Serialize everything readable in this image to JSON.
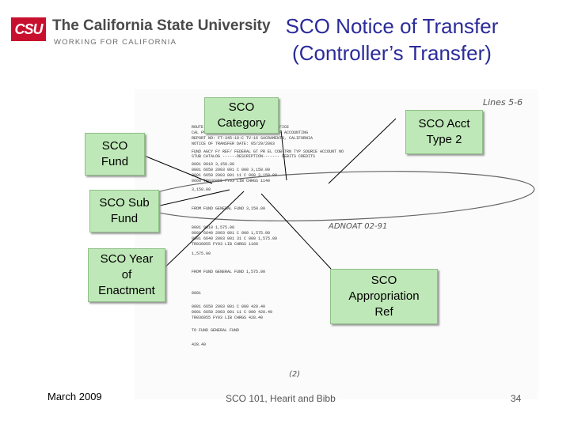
{
  "header": {
    "logo_mark": "CSU",
    "logo_title": "The California State University",
    "logo_subtitle": "WORKING FOR CALIFORNIA",
    "title_line1": "SCO Notice of Transfer",
    "title_line2": "(Controller’s Transfer)"
  },
  "callouts": {
    "sco_category": [
      "SCO",
      "Category"
    ],
    "sco_fund": [
      "SCO",
      "Fund"
    ],
    "sco_sub_fund": [
      "SCO Sub",
      "Fund"
    ],
    "sco_year": [
      "SCO Year",
      "of",
      "Enactment"
    ],
    "sco_acct_type": [
      "SCO Acct",
      "Type 2"
    ],
    "sco_appropriation": [
      "SCO",
      "Appropriation",
      "Ref"
    ]
  },
  "scan": {
    "handwriting_top": "Lines 5-6",
    "handwriting_mid": "ADNOAT 02-91",
    "handwriting_bottom": "(2)",
    "lines": [
      "ROUTE TO AGENCY                    STATE CONTROLLER'S OFFICE",
      "CAL POLY ST UNIVERSITY SLO         DIVISION OF ACCOUNTING",
      "REPORT NO: FT-345-10-C   TV-16     SACRAMENTO, CALIFORNIA",
      "                                   NOTICE OF TRANSFER        DATE: 05/29/2003",
      "FUND  AGCY  FY  REF/  FEDERAL  GT PR EL COB-TRN TYP SOURCE ACCOUNT NO",
      "                  STUB  CATALOG        ------DESCRIPTION-------        DEBITS     CREDITS",
      "0001                                              9010         3,150.00",
      "0001  6650 2003 001                     C          000         3,150.00",
      "0001  6650 2003 001            11       C          000         3,150.00",
      "0660                                  TR036055 FY03 LIB CHRGS  1140",
      "                                                                          3,150.00",
      "FROM FUND   GENERAL FUND                                                  3,150.00",
      "0001                                              9010         1,575.00",
      "0001  6640 2003 001                     C          000         1,575.00",
      "0001  6640 2003 001            31       C          000         1,575.00",
      "                                      TR036055 FY03 LIB CHRGS  1160",
      "                                                                          1,575.00",
      "FROM FUND   GENERAL FUND                                      1,575.00",
      "0001",
      "0001  6650 2003 001                     C          000         428.40",
      "0001  6650 2003 001            11       C          000         428.40",
      "                                      TR036055 FY03 LIB CHRGS  428.40",
      "TO FUND     GENERAL FUND",
      "                                                                428.40"
    ]
  },
  "footer": {
    "date": "March 2009",
    "presenter": "SCO 101, Hearit and Bibb",
    "page": "34"
  }
}
